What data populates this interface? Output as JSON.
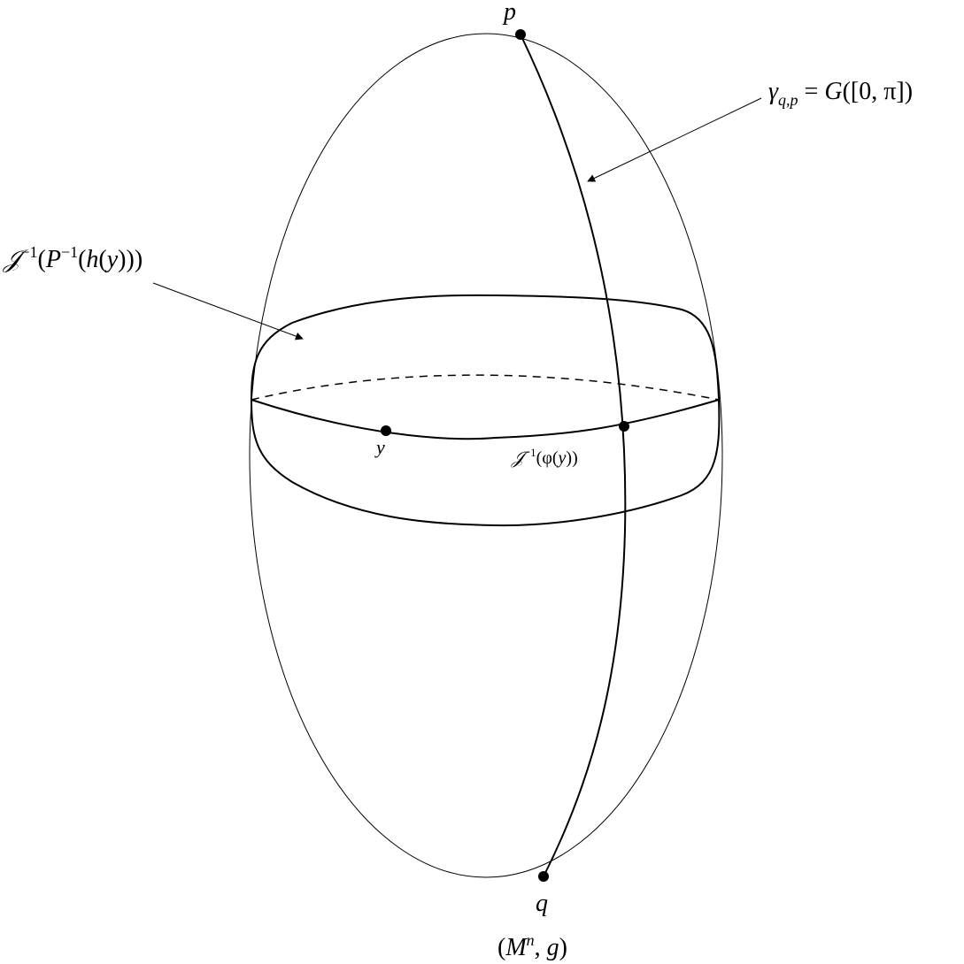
{
  "figure": {
    "manifold_label": {
      "open": "(",
      "M": "M",
      "sup": "n",
      "rest": ", ",
      "g": "g",
      "close": ")"
    },
    "points": {
      "p": "p",
      "q": "q",
      "y": "y"
    },
    "geodesic_label": {
      "gamma": "γ",
      "sub": "q,p",
      "eq": " = ",
      "G": "G",
      "args": "([0, π])"
    },
    "preimage_label": {
      "script": "𝒥",
      "sup1": "−1",
      "open": "(",
      "P": "P",
      "sup2": "−1",
      "open2": "(",
      "h": "h",
      "rest": "(",
      "yv": "y",
      "close": ")))"
    },
    "image_point_label": {
      "script": "𝒥",
      "sup": "−1",
      "rest": "(φ(",
      "yv": "y",
      "close": "))"
    }
  },
  "colors": {
    "stroke": "#000000",
    "background": "#ffffff"
  }
}
